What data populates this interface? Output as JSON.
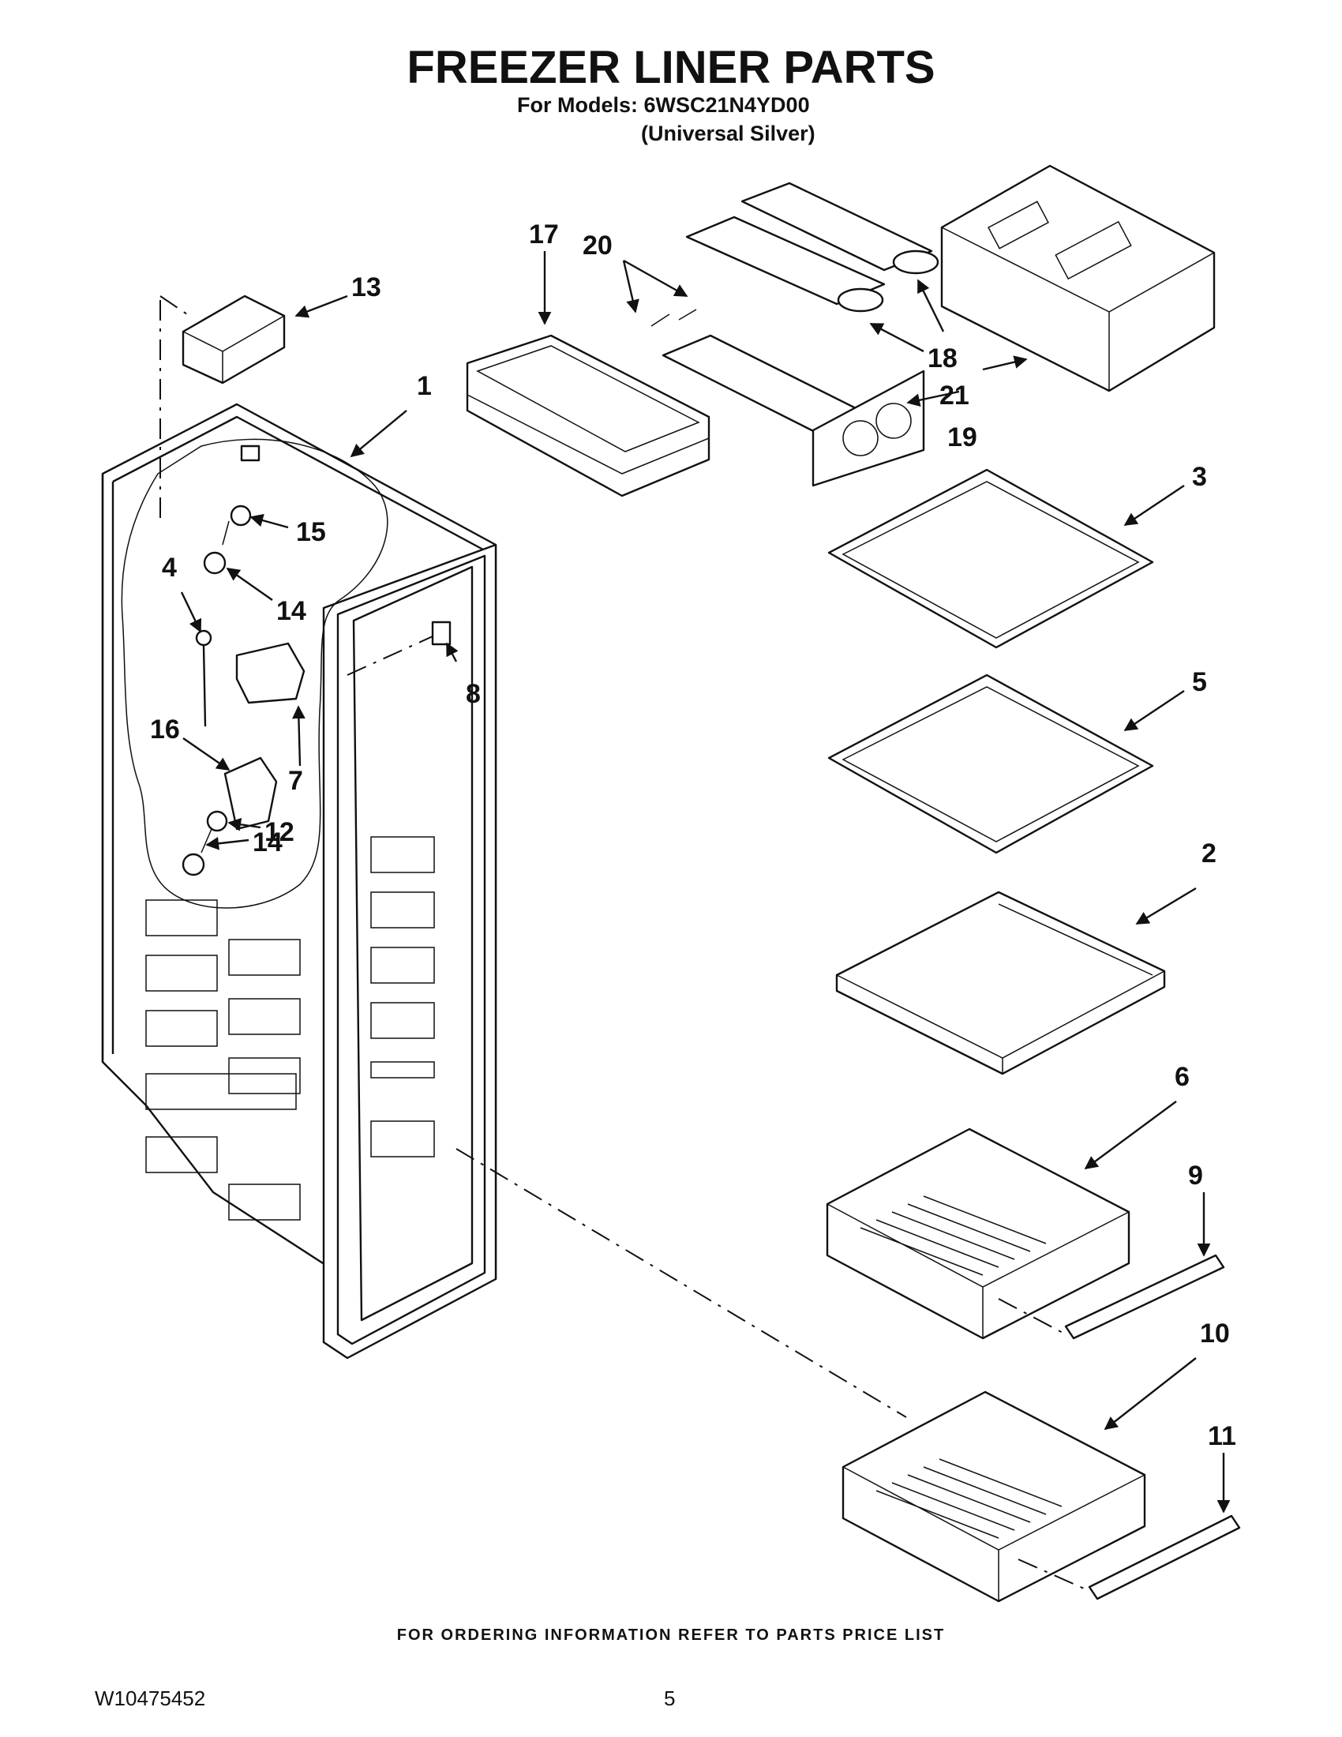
{
  "header": {
    "title": "FREEZER LINER PARTS",
    "models_line": "For Models: 6WSC21N4YD00",
    "variant_line": "(Universal Silver)"
  },
  "callouts": {
    "c1": "1",
    "c2": "2",
    "c3": "3",
    "c4": "4",
    "c5": "5",
    "c6": "6",
    "c7": "7",
    "c8": "8",
    "c9": "9",
    "c10": "10",
    "c11": "11",
    "c12": "12",
    "c13": "13",
    "c14a": "14",
    "c14b": "14",
    "c15": "15",
    "c16": "16",
    "c17": "17",
    "c18": "18",
    "c19": "19",
    "c20": "20",
    "c21": "21"
  },
  "footer": {
    "ordering_note": "FOR ORDERING INFORMATION REFER TO PARTS PRICE LIST",
    "document_id": "W10475452",
    "page_number": "5"
  }
}
